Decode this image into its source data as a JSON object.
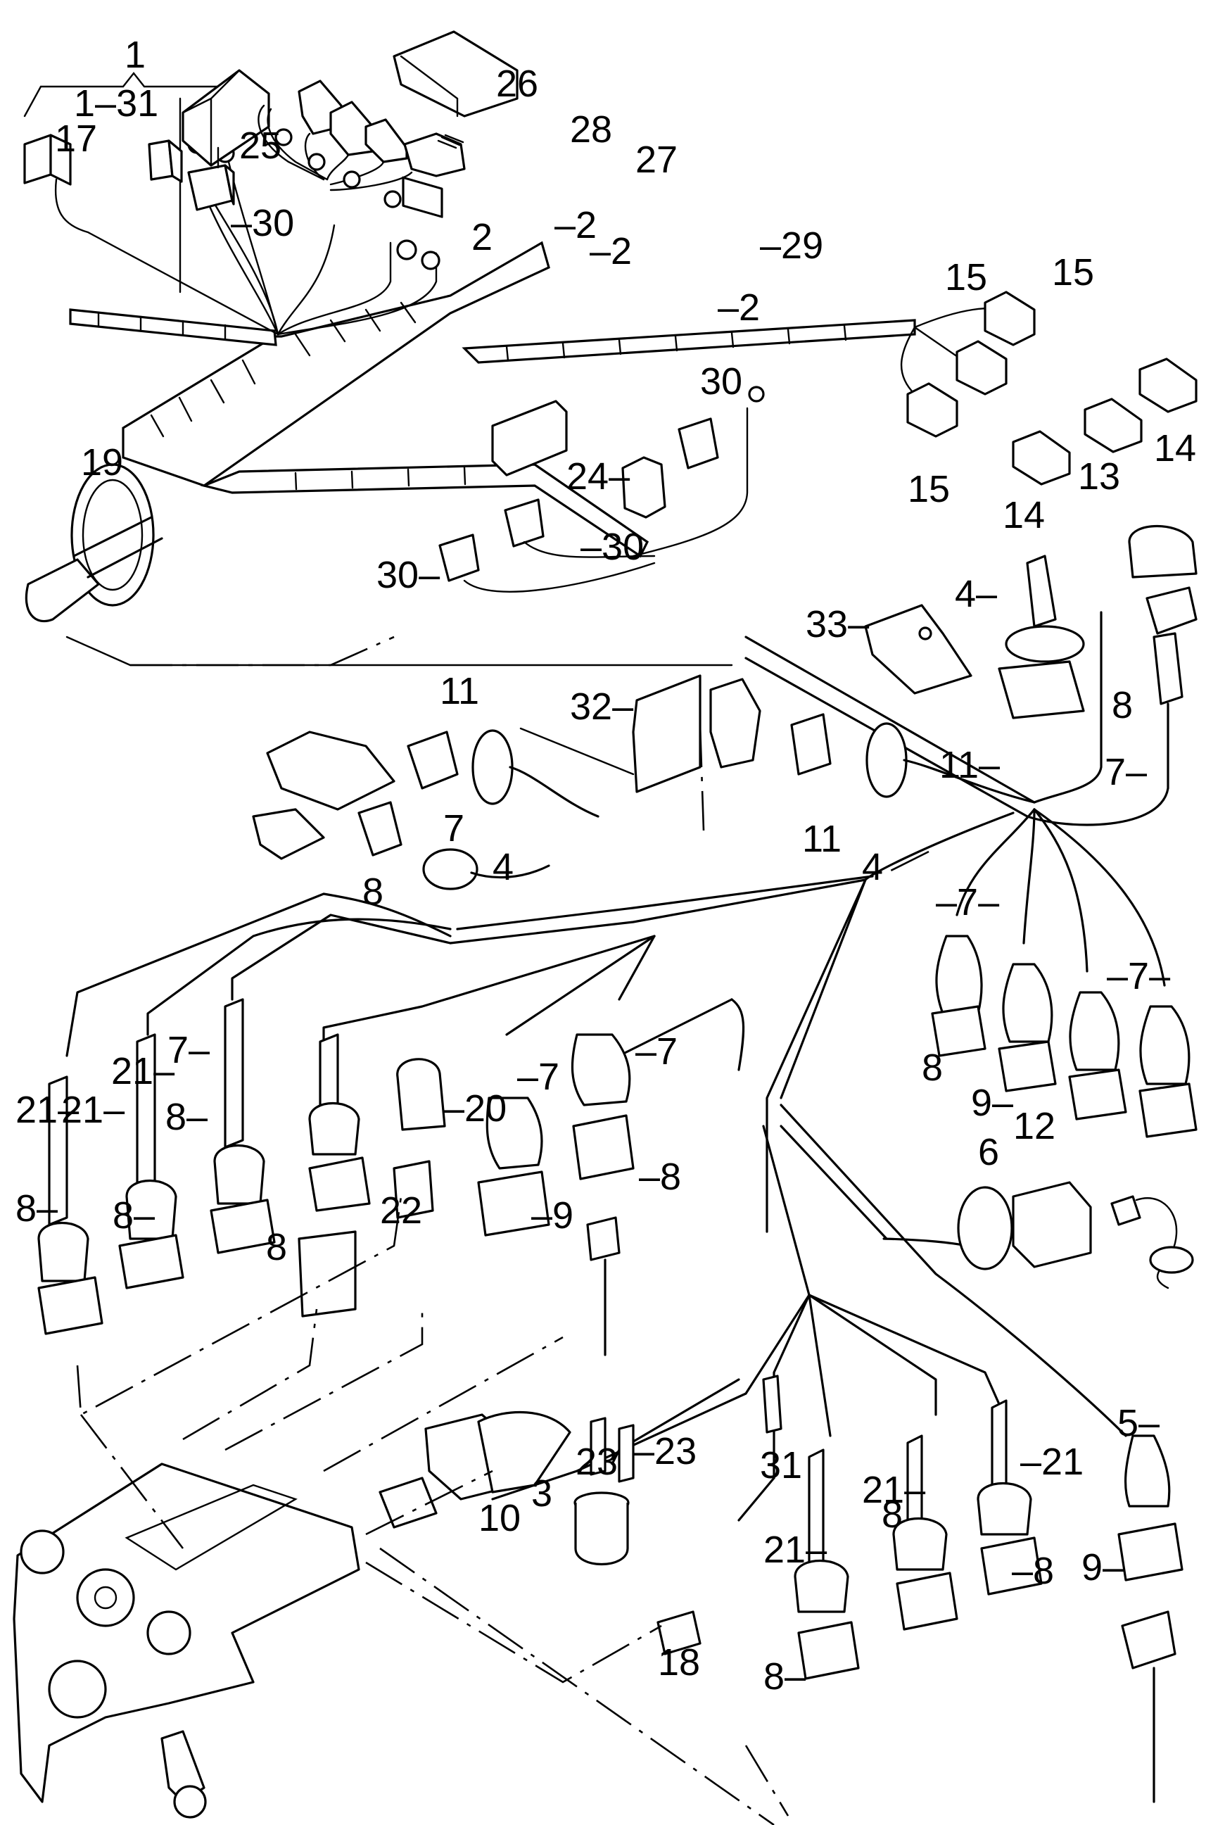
{
  "diagram": {
    "title": "Engine wiring harness parts diagram",
    "group_label": {
      "number": "1",
      "range": "1–31"
    },
    "callouts": [
      {
        "id": "c1",
        "text": "1"
      },
      {
        "id": "c1-31",
        "text": "1–31"
      },
      {
        "id": "c17",
        "text": "17"
      },
      {
        "id": "c25",
        "text": "25"
      },
      {
        "id": "c30a",
        "text": "–30"
      },
      {
        "id": "c26",
        "text": "26"
      },
      {
        "id": "c28",
        "text": "28"
      },
      {
        "id": "c27",
        "text": "27"
      },
      {
        "id": "c2a",
        "text": "2"
      },
      {
        "id": "c2b",
        "text": "–2"
      },
      {
        "id": "c2c",
        "text": "–2"
      },
      {
        "id": "c29",
        "text": "–29"
      },
      {
        "id": "c2d",
        "text": "–2"
      },
      {
        "id": "c15a",
        "text": "15"
      },
      {
        "id": "c15b",
        "text": "15"
      },
      {
        "id": "c15c",
        "text": "15"
      },
      {
        "id": "c14a",
        "text": "14"
      },
      {
        "id": "c13",
        "text": "13"
      },
      {
        "id": "c14b",
        "text": "14"
      },
      {
        "id": "c19",
        "text": "19"
      },
      {
        "id": "c30b",
        "text": "30"
      },
      {
        "id": "c24",
        "text": "24–"
      },
      {
        "id": "c30c",
        "text": "–30"
      },
      {
        "id": "c30d",
        "text": "30–"
      },
      {
        "id": "c33",
        "text": "33–"
      },
      {
        "id": "c4a",
        "text": "4–"
      },
      {
        "id": "c11a",
        "text": "11–"
      },
      {
        "id": "c8a",
        "text": "8"
      },
      {
        "id": "c7a",
        "text": "7–"
      },
      {
        "id": "c32",
        "text": "32–"
      },
      {
        "id": "c11b",
        "text": "11"
      },
      {
        "id": "c11c",
        "text": "11"
      },
      {
        "id": "c4b",
        "text": "4"
      },
      {
        "id": "c4c",
        "text": "4"
      },
      {
        "id": "c7b",
        "text": "7"
      },
      {
        "id": "c8b",
        "text": "8"
      },
      {
        "id": "c7c",
        "text": "–7–"
      },
      {
        "id": "c7d",
        "text": "–7–"
      },
      {
        "id": "c8c",
        "text": "8"
      },
      {
        "id": "c9a",
        "text": "9–"
      },
      {
        "id": "c21a",
        "text": "21–"
      },
      {
        "id": "c21b",
        "text": "21–"
      },
      {
        "id": "c21c",
        "text": "21–"
      },
      {
        "id": "c7e",
        "text": "7–"
      },
      {
        "id": "c8d",
        "text": "8–"
      },
      {
        "id": "c20",
        "text": "–20"
      },
      {
        "id": "c7f",
        "text": "–7"
      },
      {
        "id": "c7g",
        "text": "–7"
      },
      {
        "id": "c8e",
        "text": "–8"
      },
      {
        "id": "c8f",
        "text": "8–"
      },
      {
        "id": "c8g",
        "text": "8–"
      },
      {
        "id": "c8h",
        "text": "8"
      },
      {
        "id": "c22",
        "text": "22"
      },
      {
        "id": "c9b",
        "text": "–9"
      },
      {
        "id": "c6",
        "text": "6"
      },
      {
        "id": "c12",
        "text": "12"
      },
      {
        "id": "c10",
        "text": "10"
      },
      {
        "id": "c3",
        "text": "3"
      },
      {
        "id": "c23a",
        "text": "23"
      },
      {
        "id": "c23b",
        "text": "–23"
      },
      {
        "id": "c31",
        "text": "31"
      },
      {
        "id": "c18",
        "text": "18"
      },
      {
        "id": "c21d",
        "text": "21–"
      },
      {
        "id": "c21e",
        "text": "21–"
      },
      {
        "id": "c21f",
        "text": "–21"
      },
      {
        "id": "c5",
        "text": "5–"
      },
      {
        "id": "c9c",
        "text": "9–"
      },
      {
        "id": "c8i",
        "text": "8"
      },
      {
        "id": "c8j",
        "text": "–8"
      },
      {
        "id": "c8k",
        "text": "8–"
      }
    ]
  }
}
